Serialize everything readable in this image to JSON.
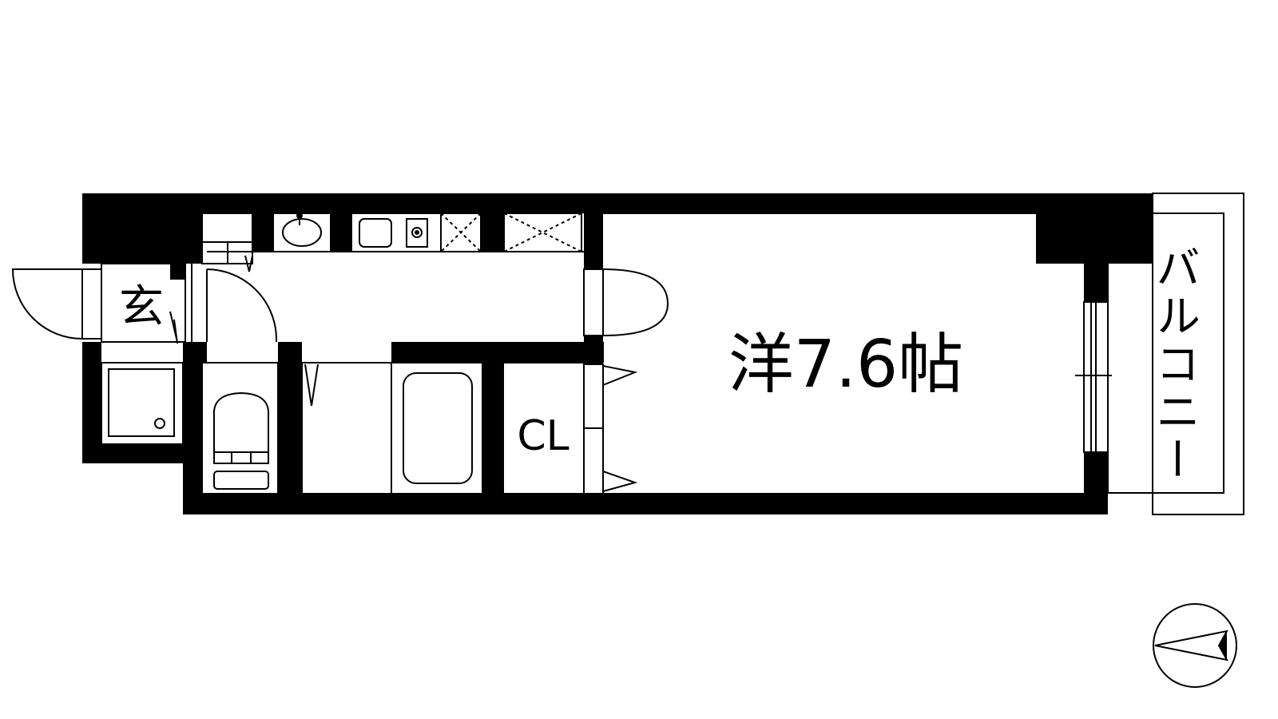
{
  "floorplan": {
    "rooms": {
      "main_room": "洋7.6帖",
      "closet": "CL",
      "entrance": "玄",
      "balcony": "バルコニー"
    },
    "compass": {
      "icon": "north-arrow-icon",
      "points": "left"
    },
    "colors": {
      "wall": "#000000",
      "background": "#ffffff"
    }
  }
}
